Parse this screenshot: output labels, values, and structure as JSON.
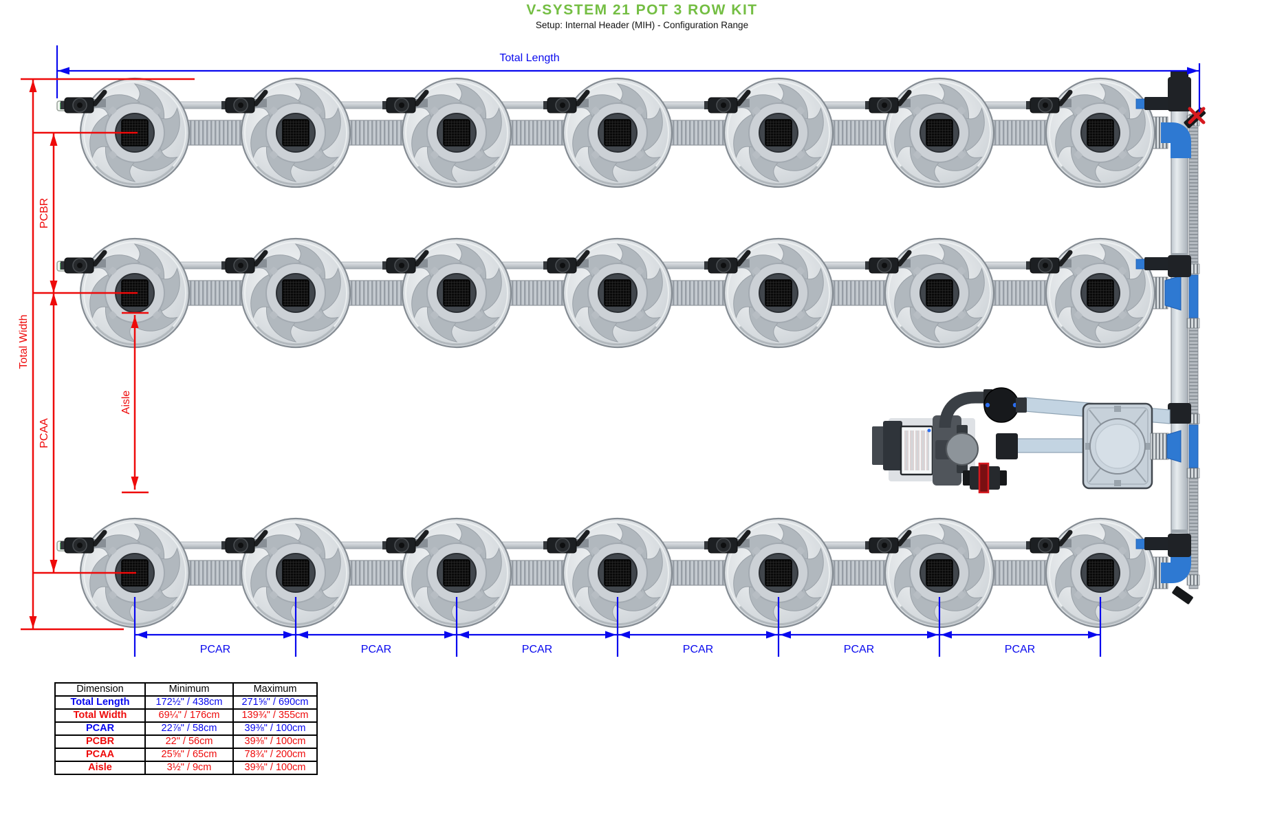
{
  "header": {
    "title": "V-SYSTEM 21 POT 3 ROW KIT",
    "subtitle": "Setup: Internal Header (MIH) - Configuration Range"
  },
  "labels": {
    "total_length": "Total Length",
    "total_width": "Total Width",
    "pcbr": "PCBR",
    "pcaa": "PCAA",
    "aisle": "Aisle",
    "pcar": "PCAR"
  },
  "table": {
    "headers": [
      "Dimension",
      "Minimum",
      "Maximum"
    ],
    "rows": [
      {
        "label": "Total Length",
        "min": "172½\" / 438cm",
        "max": "271⅝\" / 690cm",
        "color": "blue"
      },
      {
        "label": "Total Width",
        "min": "69¼\" / 176cm",
        "max": "139¾\" / 355cm",
        "color": "red"
      },
      {
        "label": "PCAR",
        "min": "22⅞\" / 58cm",
        "max": "39⅜\" / 100cm",
        "color": "blue"
      },
      {
        "label": "PCBR",
        "min": "22\" / 56cm",
        "max": "39⅜\" / 100cm",
        "color": "red"
      },
      {
        "label": "PCAA",
        "min": "25⅝\" / 65cm",
        "max": "78¾\" / 200cm",
        "color": "red"
      },
      {
        "label": "Aisle",
        "min": "3½\" / 9cm",
        "max": "39⅜\" / 100cm",
        "color": "red"
      }
    ]
  },
  "colors": {
    "title_green": "#74BE43",
    "dimension_blue": "#0808EE",
    "dimension_red": "#EE0A0A",
    "fitting_blue": "#2E79D2"
  }
}
